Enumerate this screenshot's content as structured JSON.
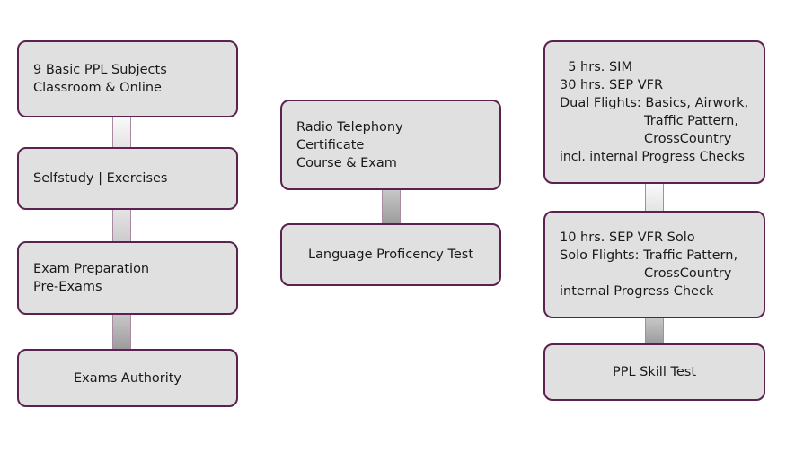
{
  "colors": {
    "border": "#5b2150",
    "fill": "#e0e0e0"
  },
  "columns": [
    {
      "boxes": [
        {
          "lines": [
            "9 Basic PPL Subjects",
            "Classroom & Online"
          ]
        },
        {
          "lines": [
            "Selfstudy | Exercises"
          ]
        },
        {
          "lines": [
            "Exam Preparation",
            "Pre-Exams"
          ]
        },
        {
          "lines": [
            "Exams Authority"
          ]
        }
      ]
    },
    {
      "boxes": [
        {
          "lines": [
            "Radio Telephony",
            "Certificate",
            "Course & Exam"
          ]
        },
        {
          "lines": [
            "Language Proficency Test"
          ]
        }
      ]
    },
    {
      "boxes": [
        {
          "lines": [
            "  5 hrs. SIM",
            "30 hrs. SEP VFR",
            "Dual Flights: Basics, Airwork,",
            "Traffic Pattern,",
            "CrossCountry",
            "incl. internal Progress Checks"
          ]
        },
        {
          "lines": [
            "10 hrs. SEP VFR Solo",
            "Solo Flights: Traffic Pattern,",
            "CrossCountry",
            "internal Progress Check"
          ]
        },
        {
          "lines": [
            "PPL Skill Test"
          ]
        }
      ]
    }
  ]
}
